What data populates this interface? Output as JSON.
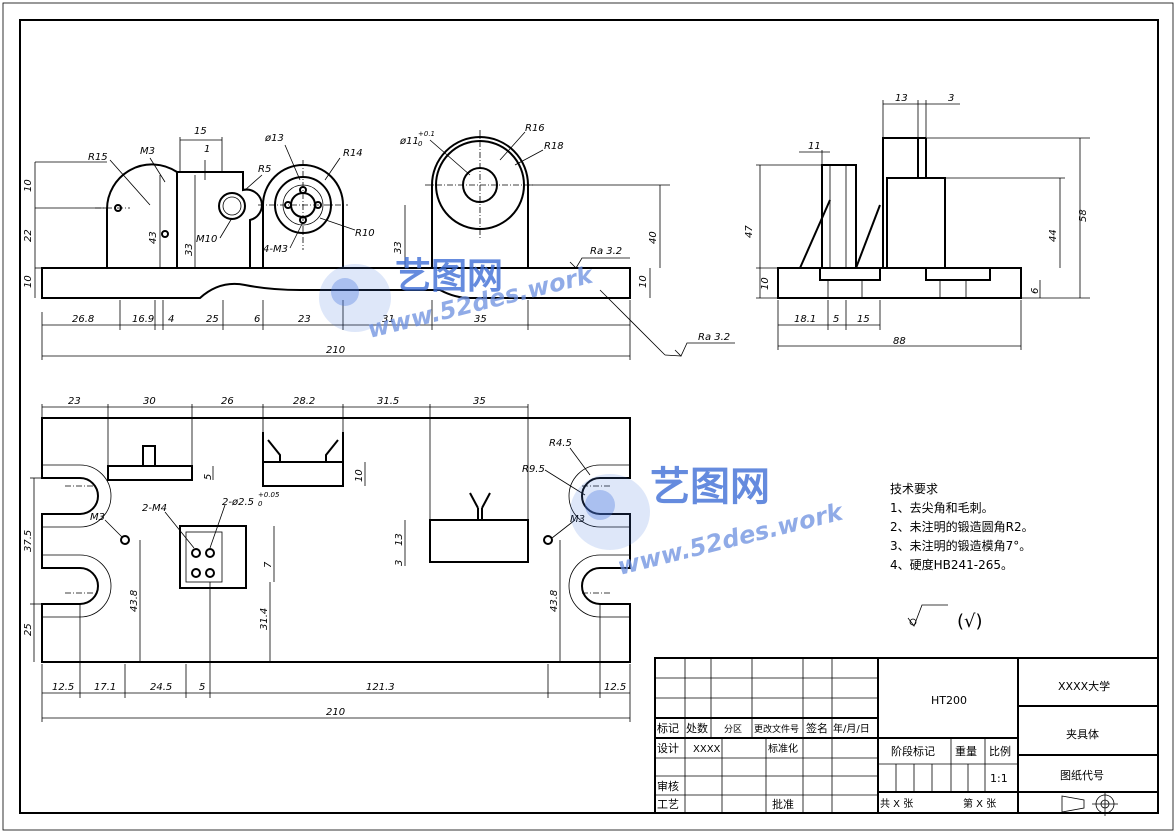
{
  "front_view": {
    "radii": [
      "R15",
      "R5",
      "R14",
      "R10",
      "R16",
      "R18"
    ],
    "threads": [
      "M3",
      "M10",
      "4-M3"
    ],
    "hole_dia": "ø13",
    "bore": "ø11",
    "bore_tol_upper": "+0.1",
    "bore_tol_lower": "0",
    "top_dims": [
      "15",
      "1"
    ],
    "vert_dims": [
      "10",
      "22",
      "10",
      "43",
      "33",
      "33",
      "40",
      "10"
    ],
    "bottom_dims": [
      "26.8",
      "16.9",
      "4",
      "25",
      "6",
      "23",
      "31",
      "35"
    ],
    "overall": "210",
    "roughness": [
      "Ra 3.2",
      "Ra 3.2"
    ]
  },
  "side_view": {
    "top_dims": [
      "13",
      "3",
      "11"
    ],
    "vert_dims": [
      "47",
      "10",
      "44",
      "58",
      "6"
    ],
    "bottom_dims": [
      "18.1",
      "5",
      "15"
    ],
    "overall": "88"
  },
  "top_view": {
    "top_dims": [
      "23",
      "30",
      "26",
      "28.2",
      "31.5",
      "35"
    ],
    "callouts": [
      "R4.5",
      "R9.5",
      "M3",
      "M3",
      "2-M4",
      "2-ø2.5"
    ],
    "pin_tol": "+0.05",
    "pin_tol_lower": "0",
    "vert_dims": [
      "5",
      "10",
      "13",
      "3",
      "7",
      "37.5",
      "25",
      "43.8",
      "31.4",
      "43.8"
    ],
    "bottom_dims": [
      "12.5",
      "17.1",
      "24.5",
      "5",
      "121.3",
      "12.5"
    ],
    "overall": "210"
  },
  "tech_notes": {
    "title": "技术要求",
    "items": [
      "1、去尖角和毛刺。",
      "2、未注明的锻造圆角R2。",
      "3、未注明的锻造模角7°。",
      "4、硬度HB241-265。"
    ],
    "roughness_other": "(√)"
  },
  "title_block": {
    "material": "HT200",
    "university": "XXXX大学",
    "part_name": "夹具体",
    "drawing_no_label": "图纸代号",
    "row_labels": [
      "标记",
      "处数",
      "分区",
      "更改文件号",
      "签名",
      "年/月/日"
    ],
    "design_label": "设计",
    "designer": "XXXX",
    "standard_label": "标准化",
    "review_label": "审核",
    "process_label": "工艺",
    "approve_label": "批准",
    "stage_label": "阶段标记",
    "weight_label": "重量",
    "scale_label": "比例",
    "scale": "1:1",
    "total_sheets": "共 X 张",
    "sheet_no": "第 X 张"
  },
  "watermark": {
    "brand": "艺图网",
    "url": "www.52des.work"
  }
}
